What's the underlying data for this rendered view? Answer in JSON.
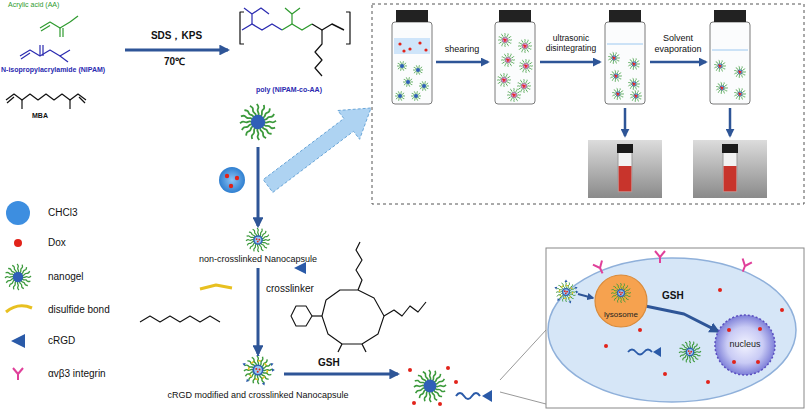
{
  "diagram": {
    "nodes": [
      {
        "text": [
          "Acrylic acid (AA)",
          "N-isopropylacrylamide (NIPAM)",
          "MBA"
        ]
      },
      {
        "text": [
          "poly (NIPAM-co-AA)"
        ]
      },
      {
        "text": [
          "non-crosslinked Nanocapsule"
        ]
      },
      {
        "text": [
          "cRGD modified and crosslinked Nanocapsule"
        ]
      },
      {
        "text": [
          "lysosome"
        ]
      },
      {
        "text": [
          "nucleus"
        ]
      }
    ],
    "edges": [
      {
        "from": 0,
        "to": 1,
        "arrow": "to",
        "label": "SDS，KPS"
      },
      {
        "from": 1,
        "to": 2,
        "arrow": "to"
      },
      {
        "from": 2,
        "to": 3,
        "arrow": "to"
      },
      {
        "from": 4,
        "to": 5,
        "arrow": "to",
        "label": "GSH"
      }
    ],
    "labels": [
      "70℃",
      "shearing",
      "ultrasonic disintegrating",
      "Solvent evaporation",
      "crosslinker",
      "GSH"
    ],
    "legend": [
      {
        "text": "CHCl3",
        "color": "#3d8ee0"
      },
      {
        "text": "Dox",
        "color": "#e2231a"
      },
      {
        "text": "nanogel"
      },
      {
        "text": "disulfide bond"
      },
      {
        "text": "cRGD"
      },
      {
        "text": "αvβ3 integrin"
      }
    ]
  }
}
